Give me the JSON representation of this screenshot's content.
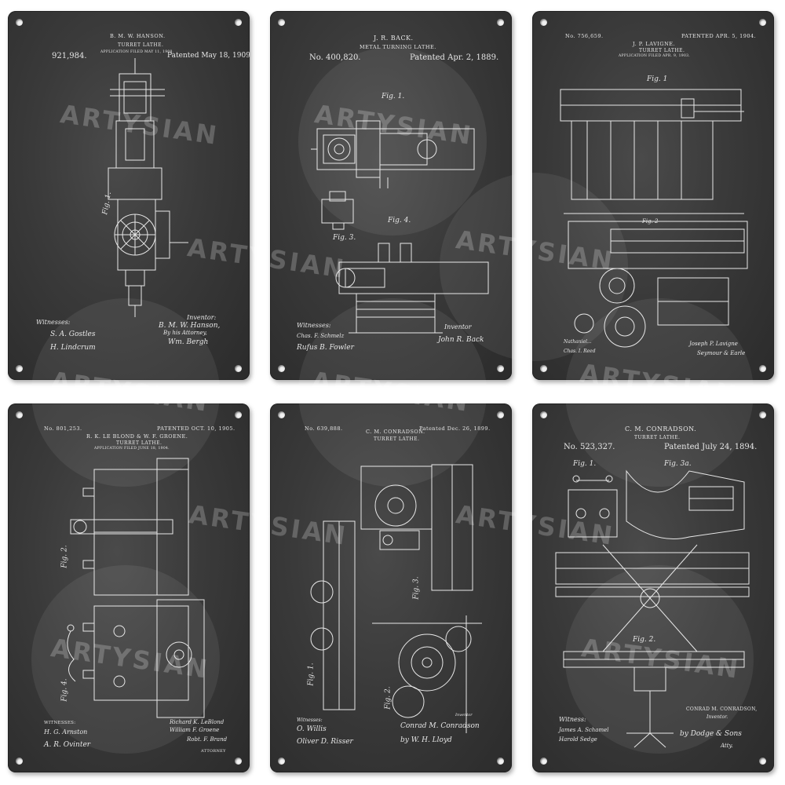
{
  "watermark": "ARTYSIAN",
  "signs": [
    {
      "number": "921,984.",
      "inventor_header": "B. M. W. HANSON.",
      "subtitle": "TURRET LATHE.",
      "application": "APPLICATION FILED MAY 11, 1908.",
      "patented": "Patented May 18, 1909.",
      "figure_label": "Fig. 1.",
      "witnesses_label": "Witnesses:",
      "witness_sigs": [
        "S. A. Gostles",
        "H. Lindcrum"
      ],
      "inventor_label": "Inventor:",
      "inventor_sig": "B. M. W. Hanson,",
      "attorney_line": "By his Attorney,",
      "attorney_sig": "Wm. Bergh"
    },
    {
      "inventor_header": "J. R. BACK.",
      "subtitle": "METAL TURNING LATHE.",
      "number": "No. 400,820.",
      "patented": "Patented Apr. 2, 1889.",
      "figure_labels": [
        "Fig. 1.",
        "Fig. 3.",
        "Fig. 4."
      ],
      "witnesses_label": "Witnesses:",
      "witness_sigs": [
        "Chas. F. Schmelz",
        "Rufus B. Fowler"
      ],
      "inventor_label": "Inventor",
      "inventor_sig": "John R. Back"
    },
    {
      "number": "No. 756,659.",
      "patented": "PATENTED APR. 5, 1904.",
      "inventor_header": "J. P. LAVIGNE.",
      "subtitle": "TURRET LATHE.",
      "application": "APPLICATION FILED APR. 9, 1903.",
      "figure_labels": [
        "Fig. 1",
        "Fig. 2"
      ],
      "witness_sigs": [
        "Nathaniel...",
        "Chas. I. Reed"
      ],
      "inventor_sig": "Joseph P. Lavigne",
      "attorney_sig": "Seymour & Earle"
    },
    {
      "number": "No. 801,253.",
      "patented": "PATENTED OCT. 10, 1905.",
      "inventor_header": "R. K. LE BLOND & W. F. GROENE.",
      "subtitle": "TURRET LATHE.",
      "application": "APPLICATION FILED JUNE 18, 1904.",
      "figure_labels": [
        "Fig. 2.",
        "Fig. 4."
      ],
      "witnesses_label": "WITNESSES:",
      "witness_sigs": [
        "H. G. Arnston",
        "A. R. Ovinter"
      ],
      "inventor_sig_1": "Richard K. LeBlond",
      "inventor_sig_2": "William F. Groene",
      "attorney_sig": "Robt. F. Brand",
      "attorney_label": "ATTORNEY"
    },
    {
      "number": "No. 639,888.",
      "inventor_header": "C. M. CONRADSON.",
      "patented": "Patented Dec. 26, 1899.",
      "subtitle": "TURRET LATHE.",
      "figure_labels": [
        "Fig. 1.",
        "Fig. 2.",
        "Fig. 3."
      ],
      "witnesses_label": "Witnesses:",
      "witness_sigs": [
        "O. Willis",
        "Oliver D. Risser"
      ],
      "inventor_label": "Inventor",
      "inventor_sig": "Conrad M. Conradson",
      "attorney_sig": "by W. H. Lloyd"
    },
    {
      "inventor_header": "C. M. CONRADSON.",
      "subtitle": "TURRET LATHE.",
      "number": "No. 523,327.",
      "patented": "Patented July 24, 1894.",
      "figure_labels": [
        "Fig. 1.",
        "Fig. 3a.",
        "Fig. 2."
      ],
      "inventor_print": "CONRAD M. CONRADSON,",
      "inventor_label": "Inventor.",
      "witnesses_label": "Witness:",
      "witness_sigs": [
        "James A. Schamel",
        "Harold Sedge"
      ],
      "attorney_sig": "by Dodge & Sons",
      "attorney_label": "Atty."
    }
  ]
}
